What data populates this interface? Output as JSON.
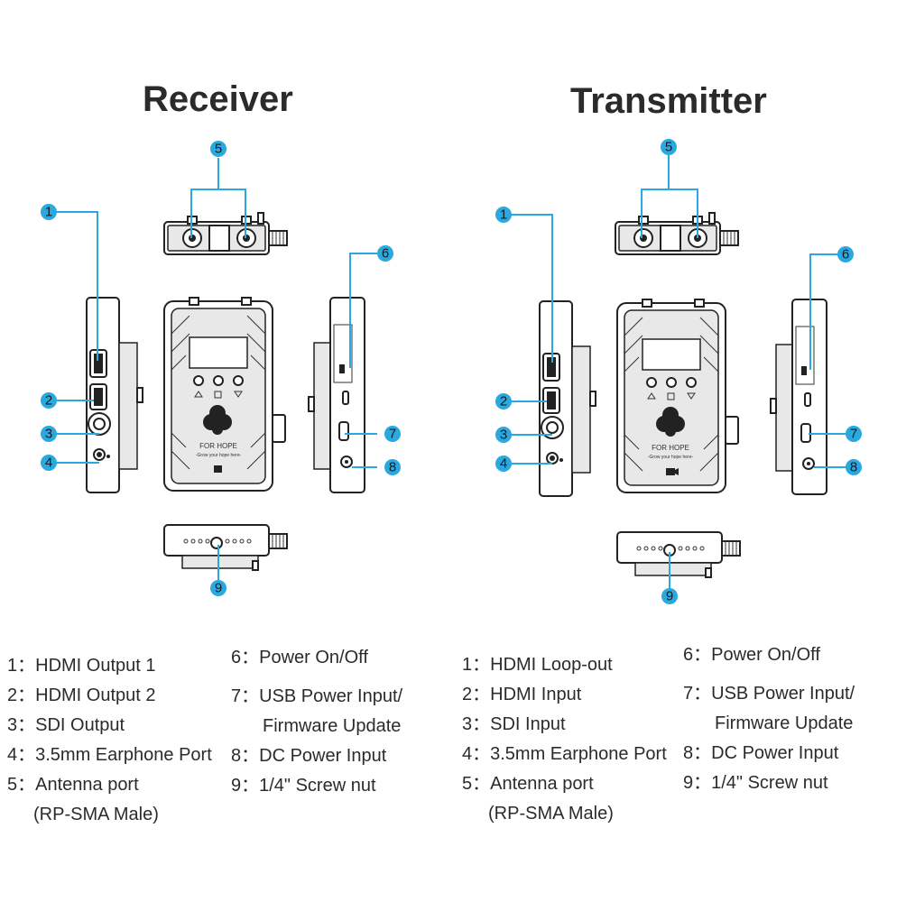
{
  "receiver": {
    "title": "Receiver",
    "brand": "FOR HOPE",
    "tagline": "-Grow your hope here-",
    "items_left": [
      "1：HDMI Output 1",
      "2：HDMI Output 2",
      "3：SDI Output",
      "4：3.5mm Earphone Port",
      "5：Antenna port",
      "(RP-SMA Male)"
    ],
    "items_right": [
      "6：Power On/Off",
      "7：USB Power Input/",
      "Firmware Update",
      "8：DC Power Input",
      "9：1/4\" Screw nut"
    ]
  },
  "transmitter": {
    "title": "Transmitter",
    "brand": "FOR HOPE",
    "tagline": "-Grow your hope here-",
    "items_left": [
      "1：HDMI Loop-out",
      "2：HDMI Input",
      "3：SDI Input",
      "4：3.5mm Earphone Port",
      "5：Antenna port",
      "(RP-SMA Male)"
    ],
    "items_right": [
      "6：Power On/Off",
      "7：USB Power Input/",
      "Firmware Update",
      "8：DC Power Input",
      "9：1/4\" Screw nut"
    ]
  },
  "callouts": [
    "1",
    "2",
    "3",
    "4",
    "5",
    "6",
    "7",
    "8",
    "9"
  ],
  "colors": {
    "callout": "#29a9e0",
    "text": "#2b2b2b"
  },
  "icons": [
    "receiver-device-icon",
    "transmitter-device-icon",
    "tally-icon",
    "camera-icon"
  ]
}
